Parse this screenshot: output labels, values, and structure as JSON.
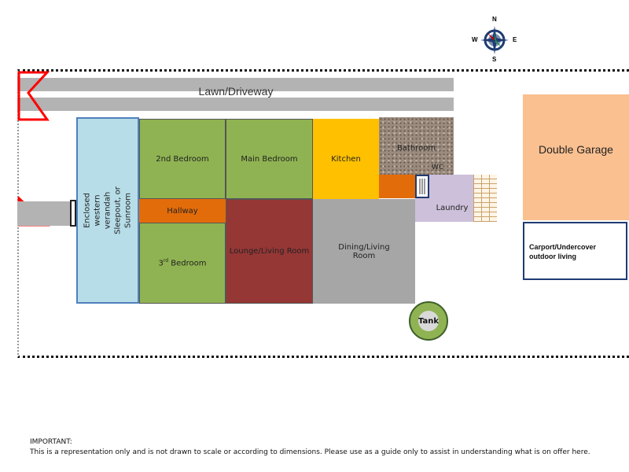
{
  "compass": {
    "n": "N",
    "s": "S",
    "e": "E",
    "w": "W"
  },
  "lawn": "Lawn/Driveway",
  "rooms": {
    "verandah": "Enclosed western verandah Sleepout, or Sunroom",
    "bedroom2": "2nd Bedroom",
    "main_bedroom": "Main Bedroom",
    "kitchen": "Kitchen",
    "bathroom": "Bathroom",
    "wc": "WC",
    "laundry": "Laundry",
    "hallway": "Hallway",
    "bedroom3_num": "3",
    "bedroom3_sup": "rd",
    "bedroom3_rest": " Bedroom",
    "lounge": "Lounge/Living Room",
    "dining": "Dining/Living Room",
    "tank": "Tank",
    "double_garage": "Double Garage",
    "carport": "Carport/Undercover outdoor living"
  },
  "footer": {
    "heading": "IMPORTANT:",
    "note": "This is a representation only and is not drawn to scale or according to dimensions.  Please use as a guide only to assist in understanding what is on offer here."
  },
  "colors": {
    "green": "#8fb352",
    "maroon": "#953735",
    "kitchen": "#ffc000",
    "orange": "#e36c0a",
    "lavender": "#ccc0da",
    "verandah": "#b7dde8",
    "garage": "#fac090",
    "grey": "#a6a6a6",
    "arrow": "#ff0000"
  }
}
